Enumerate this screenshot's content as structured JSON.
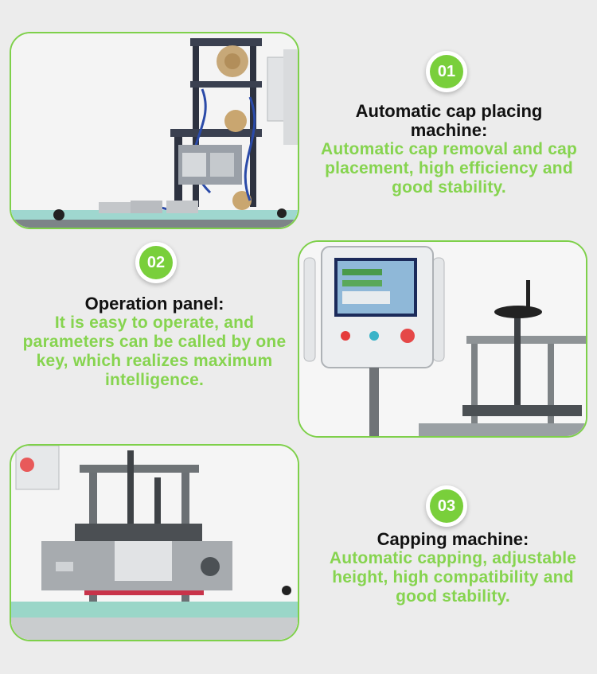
{
  "sections": [
    {
      "number": "01",
      "title": "Automatic cap placing machine:",
      "description": "Automatic cap removal and cap placement, high efficiency and good stability."
    },
    {
      "number": "02",
      "title": "Operation panel:",
      "description": "It is easy to operate, and parameters can be called by one key, which realizes maximum intelligence."
    },
    {
      "number": "03",
      "title": "Capping machine:",
      "description": "Automatic capping, adjustable height, high compatibility and good stability."
    }
  ],
  "colors": {
    "accent_green": "#7ed04a",
    "badge_green": "#79cf3b",
    "title_text": "#111111",
    "background": "#ececec"
  }
}
